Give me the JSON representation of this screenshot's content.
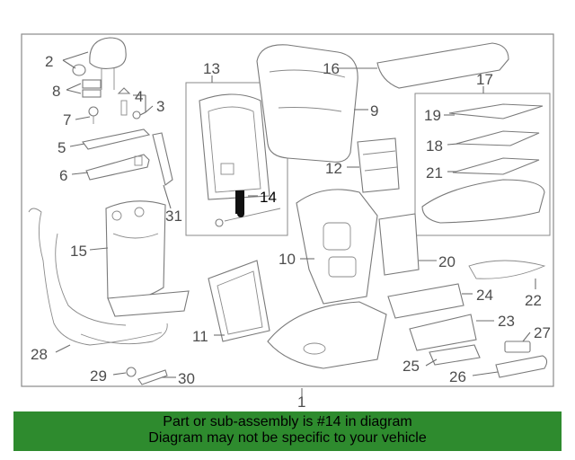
{
  "diagram": {
    "callouts": {
      "c1": "1",
      "c2": "2",
      "c3": "3",
      "c4": "4",
      "c5": "5",
      "c6": "6",
      "c7": "7",
      "c8": "8",
      "c9": "9",
      "c10": "10",
      "c11": "11",
      "c12": "12",
      "c13": "13",
      "c14": "14",
      "c15": "15",
      "c16": "16",
      "c17": "17",
      "c18": "18",
      "c19": "19",
      "c20": "20",
      "c21": "21",
      "c22": "22",
      "c23": "23",
      "c24": "24",
      "c25": "25",
      "c26": "26",
      "c27": "27",
      "c28": "28",
      "c29": "29",
      "c30": "30",
      "c31": "31"
    },
    "highlight_color": "#000000",
    "line_color": "#6e6e6e"
  },
  "banner": {
    "line1": "Part or sub-assembly is #14 in diagram",
    "line2": "Diagram may not be specific to your vehicle",
    "color": "#2e8b2e"
  }
}
